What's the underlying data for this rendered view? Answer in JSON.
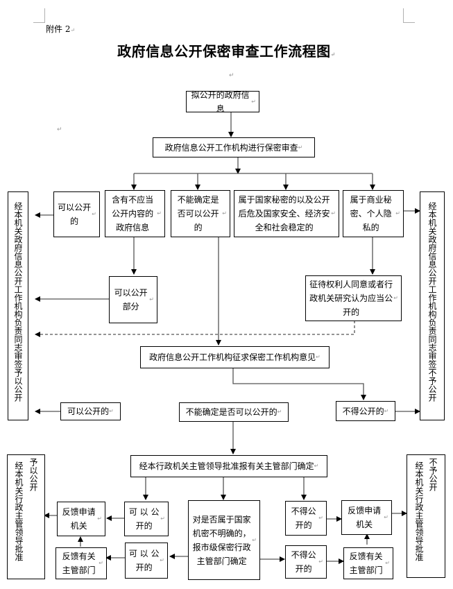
{
  "document": {
    "attachment_label": "附件 2",
    "title": "政府信息公开保密审查工作流程图"
  },
  "flowchart": {
    "start": "拟公开的政府信息",
    "review": "政府信息公开工作机构进行保密审查",
    "categories": {
      "can_disclose": "可以公开的",
      "partial_content": "含有不应当公开内容的政府信息",
      "uncertain": "不能确定是否可以公开的",
      "state_secret": "属于国家秘密的以及公开后危及国家安全、经济安全和社会稳定的",
      "commercial_privacy": "属于商业秘密、个人隐私的"
    },
    "partial_disclose": "可以公开部分",
    "consent": "征待权利人同意或者行政机关研究认为应当公开的",
    "left_approve": "经本机关政府信息公开工作机构负责同志审签予以公开",
    "right_reject": "经本机关政府信息公开工作机构负责同志审签不予公开",
    "consult_secrecy": "政府信息公开工作机构征求保密工作机构意见",
    "mid_can_disclose": "可以公开的",
    "mid_uncertain": "不能确定是否可以公开的",
    "mid_cannot_disclose": "不得公开的",
    "leader_approval": "经本行政机关主管领导批准报有关主管部门确定",
    "lower": {
      "can_disclose_1": "可 以 公 开的",
      "can_disclose_2": "可 以 公 开的",
      "feedback_applicant_left": "反馈申请机关",
      "feedback_dept_left": "反馈有关主管部门",
      "unclear_secret": "对是否属于国家机密不明确的，报市级保密行政主管部门确定",
      "cannot_disclose_1": "不得公开的",
      "cannot_disclose_2": "不得公开的",
      "feedback_applicant_right": "反馈申请机关",
      "feedback_dept_right": "反馈有关主管部门",
      "left_final_col1": "经本机关行政主管领导批准",
      "left_final_col2": "予以公开",
      "right_final_col1": "经本机关行政主管领导批准",
      "right_final_col2": "不予公开"
    }
  }
}
